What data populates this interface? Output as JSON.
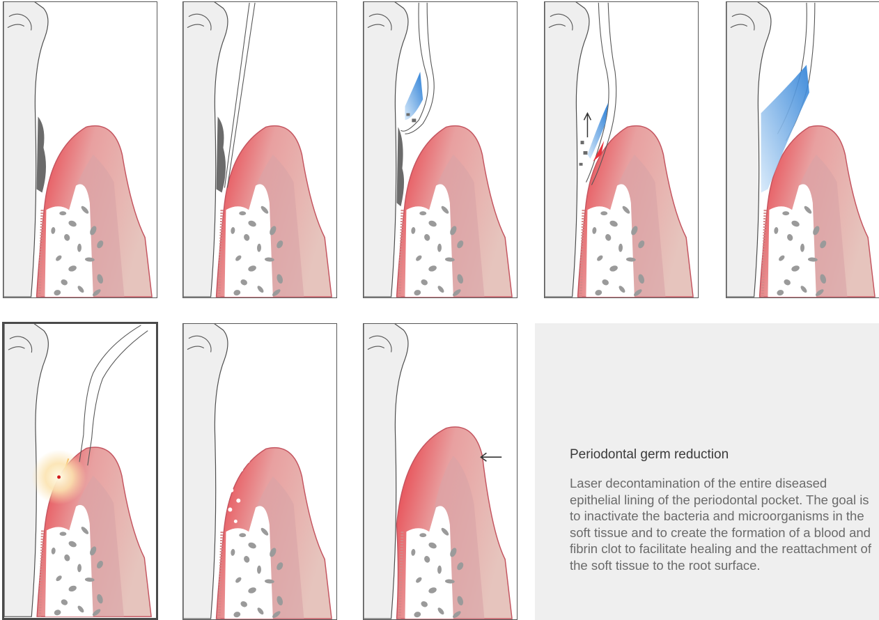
{
  "info": {
    "title": "Periodontal germ reduction",
    "body": "Laser decontamination of the entire diseased epithelial lining of the periodontal pocket. The goal is to inactivate the bacteria and microorganisms in the soft tissue and to create the formation of a blood and fibrin clot to facilitate healing and the reattachment of the soft tissue to the root surface."
  },
  "steps": [
    {
      "variant": "calculus",
      "active": false
    },
    {
      "variant": "probe",
      "active": false
    },
    {
      "variant": "scaler",
      "active": false
    },
    {
      "variant": "irrigation-up",
      "active": false
    },
    {
      "variant": "rinse",
      "active": false
    },
    {
      "variant": "laser",
      "active": true
    },
    {
      "variant": "clot",
      "active": false
    },
    {
      "variant": "reattached",
      "active": false
    }
  ],
  "colors": {
    "gum_red": "#e8323c",
    "gum_pink": "#c98a8c",
    "bone_gray": "#9a9a9a",
    "calculus": "#6b6b6b",
    "water_blue": "#2b7fd6",
    "laser_orange": "#f29a1b"
  }
}
